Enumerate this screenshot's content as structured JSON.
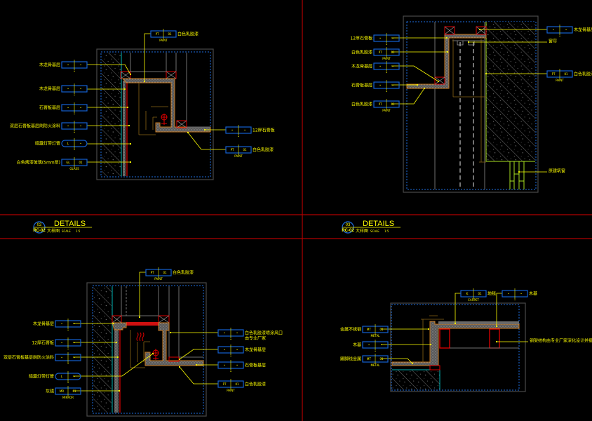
{
  "sheet": {
    "frame_color": "#b00000",
    "colors": {
      "annotation": "#ffff00",
      "tag_box": "#1560d0",
      "hatch": "#9a9a9a",
      "section_red": "#e00000",
      "wood": "#c8781e",
      "cyan": "#00b4b4",
      "gray": "#808080",
      "green": "#a8e020",
      "brown": "#8a6414",
      "dashed_blue": "#1e6ee0"
    }
  },
  "panels": [
    {
      "id": "top-left",
      "title": "DETAILS",
      "code": "RC-02",
      "number": "02",
      "name": "大样图",
      "scale_label": "SCALE",
      "scale": "1:5",
      "callouts_left": [
        {
          "label": "木龙骨基层",
          "code1": "-",
          "code2": "-",
          "sub": "-"
        },
        {
          "label": "木龙骨基层",
          "code1": "-",
          "code2": "-",
          "sub": "-"
        },
        {
          "label": "石膏板基层",
          "code1": "-",
          "code2": "-",
          "sub": "-"
        },
        {
          "label": "双层石膏板基层刷防火涂料",
          "code1": "-",
          "code2": "-",
          "sub": "-"
        },
        {
          "label": "暗藏灯带灯管",
          "code1": "L",
          "code2": "-",
          "sub": "-"
        },
        {
          "label": "白色烤漆玻璃(5mm厚)",
          "code1": "GL",
          "code2": "01",
          "sub": "GLASS"
        }
      ],
      "callouts_top": [
        {
          "label": "白色乳胶漆",
          "code1": "PT",
          "code2": "01",
          "sub": "PAINT"
        }
      ],
      "callouts_right": [
        {
          "label": "12厚石膏板",
          "code1": "-",
          "code2": "-",
          "sub": "-"
        },
        {
          "label": "白色乳胶漆",
          "code1": "PT",
          "code2": "01",
          "sub": "PAINT"
        }
      ]
    },
    {
      "id": "top-right",
      "title": "DETAILS",
      "code": "RC-02",
      "number": "03",
      "name": "大样图",
      "scale_label": "SCALE",
      "scale": "1:5",
      "callouts_left": [
        {
          "label": "12厚石膏板",
          "code1": "-",
          "code2": "-",
          "sub": "-"
        },
        {
          "label": "白色乳胶漆",
          "code1": "PT",
          "code2": "01",
          "sub": "PAINT"
        },
        {
          "label": "木龙骨基层",
          "code1": "-",
          "code2": "-",
          "sub": "-"
        },
        {
          "label": "石膏板基层",
          "code1": "-",
          "code2": "-",
          "sub": "-"
        },
        {
          "label": "白色乳胶漆",
          "code1": "PT",
          "code2": "01",
          "sub": "PAINT"
        }
      ],
      "callouts_right": [
        {
          "label": "木龙骨基层",
          "code1": "-",
          "code2": "-",
          "sub": "-"
        },
        {
          "label": "窗帘",
          "plain": true
        },
        {
          "label": "白色乳胶漆",
          "code1": "PT",
          "code2": "01",
          "sub": "PAINT"
        },
        {
          "label": "原建筑窗",
          "plain": true
        }
      ]
    },
    {
      "id": "bottom-left",
      "callouts_left": [
        {
          "label": "木龙骨基层",
          "code1": "-",
          "code2": "-",
          "sub": "-"
        },
        {
          "label": "12厚石膏板",
          "code1": "-",
          "code2": "-",
          "sub": "-"
        },
        {
          "label": "双层石膏板基层刷防火涂料",
          "code1": "-",
          "code2": "-",
          "sub": "-"
        },
        {
          "label": "暗藏灯带灯管",
          "code1": "L",
          "code2": "-",
          "sub": "-"
        },
        {
          "label": "灰镜",
          "code1": "MR",
          "code2": "01",
          "sub": "MIRROR"
        }
      ],
      "callouts_top": [
        {
          "label": "白色乳胶漆",
          "code1": "PT",
          "code2": "01",
          "sub": "PAINT"
        }
      ],
      "callouts_right": [
        {
          "label": "白色乳胶漆喷涂风口",
          "label2": "由专业厂家",
          "code1": "-",
          "code2": "-",
          "sub": "-"
        },
        {
          "label": "木龙骨基层",
          "code1": "-",
          "code2": "-",
          "sub": "-"
        },
        {
          "label": "石膏板基层",
          "code1": "-",
          "code2": "-",
          "sub": "-"
        },
        {
          "label": "白色乳胶漆",
          "code1": "PT",
          "code2": "01",
          "sub": "PAINT"
        }
      ]
    },
    {
      "id": "bottom-right",
      "callouts_left": [
        {
          "label": "金属不锈钢",
          "code1": "MT",
          "code2": "01",
          "sub": "METAL"
        },
        {
          "label": "木基",
          "code1": "-",
          "code2": "-",
          "sub": "-"
        },
        {
          "label": "踢脚线金属",
          "code1": "MT",
          "code2": "01",
          "sub": "METAL"
        }
      ],
      "callouts_top": [
        {
          "label": "地毯",
          "code1": "K",
          "code2": "01",
          "sub": "CARPET"
        },
        {
          "label": "木基",
          "code1": "-",
          "code2": "-",
          "sub": "-"
        }
      ],
      "callouts_right": [
        {
          "label": "钢架结构由专业厂家深化设计并提供安装",
          "plain": true
        }
      ]
    }
  ]
}
